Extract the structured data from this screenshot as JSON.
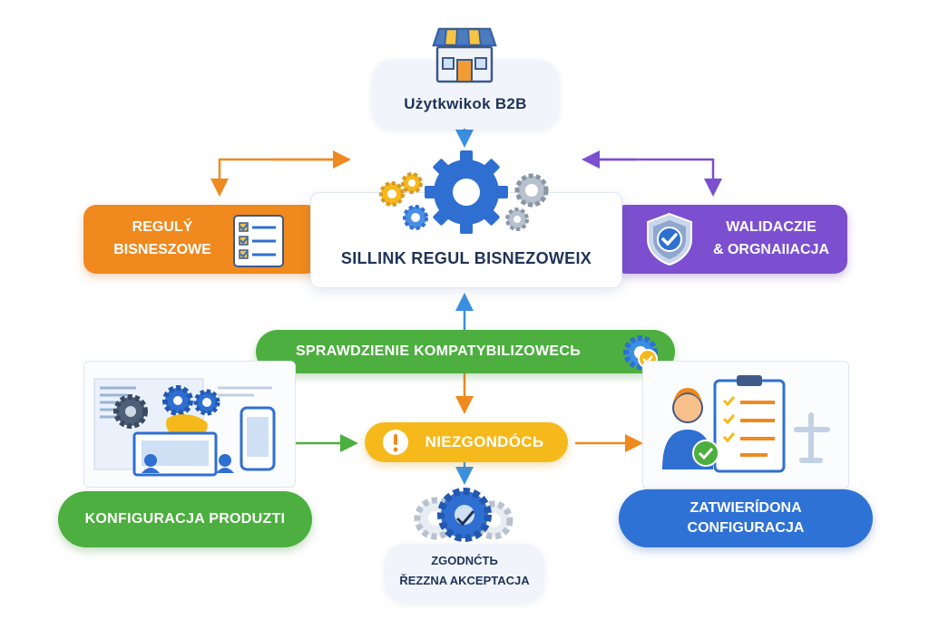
{
  "nodes": {
    "user": {
      "label": "Użytkwikok B2B"
    },
    "engine": {
      "label": "SILLINK REGUL BISNEZOWEIX"
    },
    "business_rules": {
      "line1": "REGULÝ",
      "line2": "BISNESZOWE"
    },
    "validation": {
      "line1": "WALIDACZIE",
      "line2": "& ORGNAIIACJA"
    },
    "compat_check": {
      "label": "SPRAWDZIENIE KOMPATYBILIZOWECЬ"
    },
    "inconsistency": {
      "label": "NIEZGONDÓCЬ"
    },
    "product_config": {
      "label": "KONFIGURACJA PRODUZTI"
    },
    "approved_config": {
      "line1": "ZATWIERÍDONA",
      "line2": "CONFIGURACJA"
    },
    "compliance": {
      "line1": "ZGODNĆTЬ",
      "line2": "ŘEZZNA AKCEPTACJA"
    }
  },
  "colors": {
    "orange": "#f0891e",
    "purple": "#7b4fcf",
    "green": "#4caf3f",
    "yellow": "#f6b91c",
    "blue": "#2f72d6",
    "gear_blue": "#2f6fd1",
    "arrow_blue": "#3b8fe0",
    "arrow_orange": "#f0891e",
    "arrow_purple": "#7b4fcf",
    "arrow_green": "#4caf3f"
  },
  "icons": [
    "store-icon",
    "gear-cluster-icon",
    "checklist-icon",
    "shield-check-icon",
    "gear-badge-icon",
    "warning-icon",
    "configurator-screen-icon",
    "user-approval-icon",
    "gear-compliance-icon"
  ]
}
